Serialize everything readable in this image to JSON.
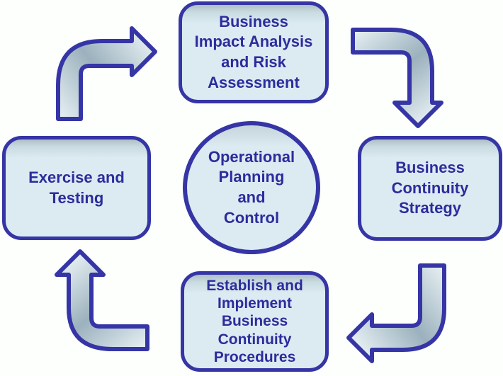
{
  "colors": {
    "background": "#fdfffd",
    "border": "#3535a6",
    "node-fill": "#dcebf2",
    "node-fill-top": "#aebfc6",
    "text": "#2c2c9c",
    "arrow-light": "#e9f2f5",
    "arrow-dark": "#9bb1bd"
  },
  "nodes": {
    "top": {
      "label": "Business\nImpact Analysis\nand Risk\nAssessment"
    },
    "right": {
      "label": "Business\nContinuity\nStrategy"
    },
    "bottom": {
      "label": "Establish and\nImplement\nBusiness\nContinuity\nProcedures"
    },
    "left": {
      "label": "Exercise and\nTesting"
    },
    "center": {
      "label": "Operational\nPlanning\nand\nControl"
    }
  },
  "arrows": [
    {
      "name": "cycle-arrow-top-left-icon",
      "direction": "up-then-right"
    },
    {
      "name": "cycle-arrow-top-right-icon",
      "direction": "right-then-down"
    },
    {
      "name": "cycle-arrow-bottom-right-icon",
      "direction": "down-then-left"
    },
    {
      "name": "cycle-arrow-bottom-left-icon",
      "direction": "left-then-up"
    }
  ]
}
